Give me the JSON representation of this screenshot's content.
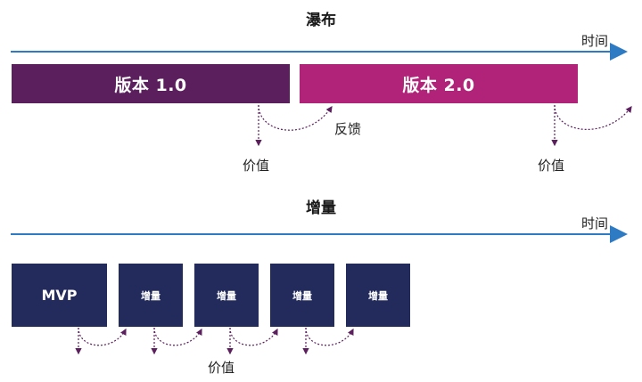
{
  "waterfall": {
    "title": "瀑布",
    "axis_label": "时间",
    "release_1": "版本 1.0",
    "release_2": "版本 2.0",
    "feedback_label": "反馈",
    "value_label_1": "价值",
    "value_label_2": "价值"
  },
  "incremental": {
    "title": "增量",
    "axis_label": "时间",
    "blocks": [
      "MVP",
      "增量",
      "增量",
      "增量",
      "增量"
    ],
    "value_label": "价值"
  },
  "colors": {
    "timeline": "#2e7bc4",
    "release_1": "#5a1f5c",
    "release_2": "#b02378",
    "blocks": "#232a5c",
    "value_arrow": "#5a1f5c"
  }
}
